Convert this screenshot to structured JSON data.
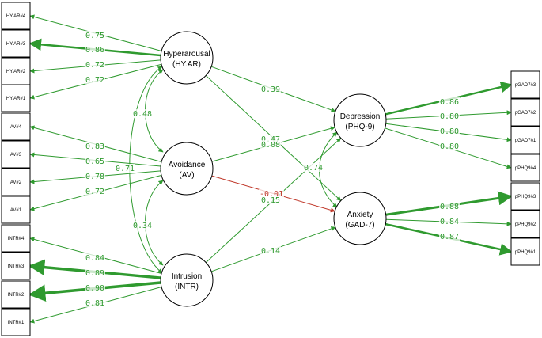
{
  "colors": {
    "positive": "#2f9a2f",
    "negative": "#c0392b",
    "box_stroke": "#000000"
  },
  "indicators": [
    {
      "id": "hyar4",
      "label": "HY.AR#4"
    },
    {
      "id": "hyar3",
      "label": "HY.AR#3"
    },
    {
      "id": "hyar2",
      "label": "HY.AR#2"
    },
    {
      "id": "hyar1",
      "label": "HY.AR#1"
    },
    {
      "id": "av4",
      "label": "AV#4"
    },
    {
      "id": "av3",
      "label": "AV#3"
    },
    {
      "id": "av2",
      "label": "AV#2"
    },
    {
      "id": "av1",
      "label": "AV#1"
    },
    {
      "id": "intr4",
      "label": "INTR#4"
    },
    {
      "id": "intr3",
      "label": "INTR#3"
    },
    {
      "id": "intr2",
      "label": "INTR#2"
    },
    {
      "id": "intr1",
      "label": "INTR#1"
    },
    {
      "id": "pgad3",
      "label": "pGAD7#3"
    },
    {
      "id": "pgad2",
      "label": "pGAD7#2"
    },
    {
      "id": "pgad1",
      "label": "pGAD7#1"
    },
    {
      "id": "pphq4",
      "label": "pPHQ9#4"
    },
    {
      "id": "pphq3",
      "label": "pPHQ9#3"
    },
    {
      "id": "pphq2",
      "label": "pPHQ9#2"
    },
    {
      "id": "pphq1",
      "label": "pPHQ9#1"
    }
  ],
  "latents": [
    {
      "id": "hyar",
      "line1": "Hyperarousal",
      "line2": "(HY.AR)"
    },
    {
      "id": "av",
      "line1": "Avoidance",
      "line2": "(AV)"
    },
    {
      "id": "intr",
      "line1": "Intrusion",
      "line2": "(INTR)"
    },
    {
      "id": "dep",
      "line1": "Depression",
      "line2": "(PHQ-9)"
    },
    {
      "id": "anx",
      "line1": "Anxiety",
      "line2": "(GAD-7)"
    }
  ],
  "loadings": [
    {
      "latent": "hyar",
      "indicator": "hyar4",
      "value": "0.75"
    },
    {
      "latent": "hyar",
      "indicator": "hyar3",
      "value": "0.86"
    },
    {
      "latent": "hyar",
      "indicator": "hyar2",
      "value": "0.72"
    },
    {
      "latent": "hyar",
      "indicator": "hyar1",
      "value": "0.72"
    },
    {
      "latent": "av",
      "indicator": "av4",
      "value": "0.83"
    },
    {
      "latent": "av",
      "indicator": "av3",
      "value": "0.65"
    },
    {
      "latent": "av",
      "indicator": "av2",
      "value": "0.78"
    },
    {
      "latent": "av",
      "indicator": "av1",
      "value": "0.72"
    },
    {
      "latent": "intr",
      "indicator": "intr4",
      "value": "0.84"
    },
    {
      "latent": "intr",
      "indicator": "intr3",
      "value": "0.89"
    },
    {
      "latent": "intr",
      "indicator": "intr2",
      "value": "0.90"
    },
    {
      "latent": "intr",
      "indicator": "intr1",
      "value": "0.81"
    },
    {
      "latent": "dep",
      "indicator": "pgad3",
      "value": "0.86"
    },
    {
      "latent": "dep",
      "indicator": "pgad2",
      "value": "0.80"
    },
    {
      "latent": "dep",
      "indicator": "pgad1",
      "value": "0.80"
    },
    {
      "latent": "dep",
      "indicator": "pphq4",
      "value": "0.80"
    },
    {
      "latent": "anx",
      "indicator": "pphq3",
      "value": "0.88"
    },
    {
      "latent": "anx",
      "indicator": "pphq2",
      "value": "0.84"
    },
    {
      "latent": "anx",
      "indicator": "pphq1",
      "value": "0.87"
    }
  ],
  "regressions": [
    {
      "from": "hyar",
      "to": "dep",
      "value": "0.39",
      "sign": "positive"
    },
    {
      "from": "hyar",
      "to": "anx",
      "value": "0.47",
      "sign": "positive"
    },
    {
      "from": "av",
      "to": "dep",
      "value": "0.08",
      "sign": "positive"
    },
    {
      "from": "av",
      "to": "anx",
      "value": "-0.01",
      "sign": "negative"
    },
    {
      "from": "intr",
      "to": "dep",
      "value": "0.15",
      "sign": "positive"
    },
    {
      "from": "intr",
      "to": "anx",
      "value": "0.14",
      "sign": "positive"
    }
  ],
  "correlations": [
    {
      "between": [
        "hyar",
        "av"
      ],
      "value": "0.48"
    },
    {
      "between": [
        "av",
        "intr"
      ],
      "value": "0.34"
    },
    {
      "between": [
        "hyar",
        "intr"
      ],
      "value": "0.71"
    },
    {
      "between": [
        "dep",
        "anx"
      ],
      "value": "0.74"
    }
  ]
}
